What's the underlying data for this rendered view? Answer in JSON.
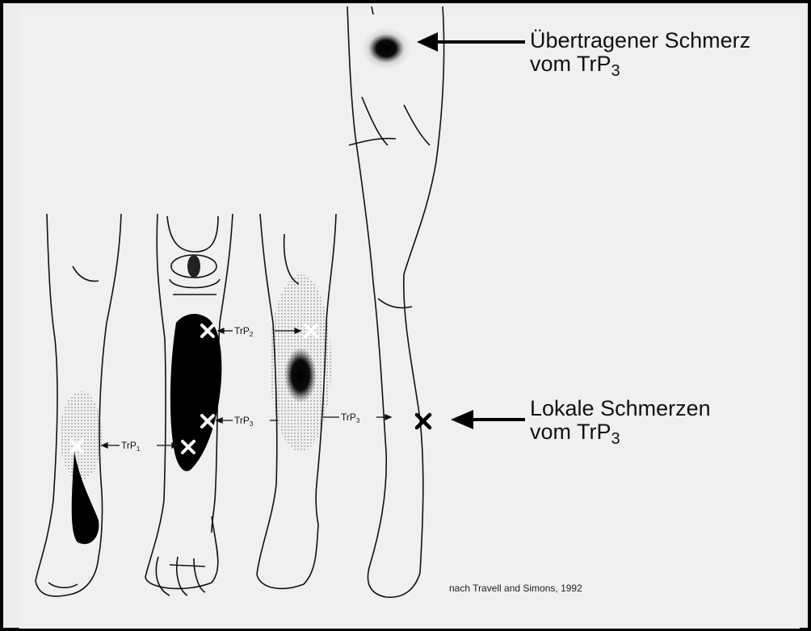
{
  "labels": {
    "referred_line1": "Übertragener Schmerz",
    "referred_line2_prefix": "vom TrP",
    "referred_line2_sub": "3",
    "local_line1": "Lokale Schmerzen",
    "local_line2_prefix": "vom TrP",
    "local_line2_sub": "3"
  },
  "trigger_points": {
    "trp1": "TrP",
    "trp1_sub": "1",
    "trp2": "TrP",
    "trp2_sub": "2",
    "trp3": "TrP",
    "trp3_sub": "3"
  },
  "credit": "nach Travell and Simons, 1992",
  "colors": {
    "background": "#f0f0f0",
    "ink": "#111111",
    "marker_white": "#ffffff"
  }
}
